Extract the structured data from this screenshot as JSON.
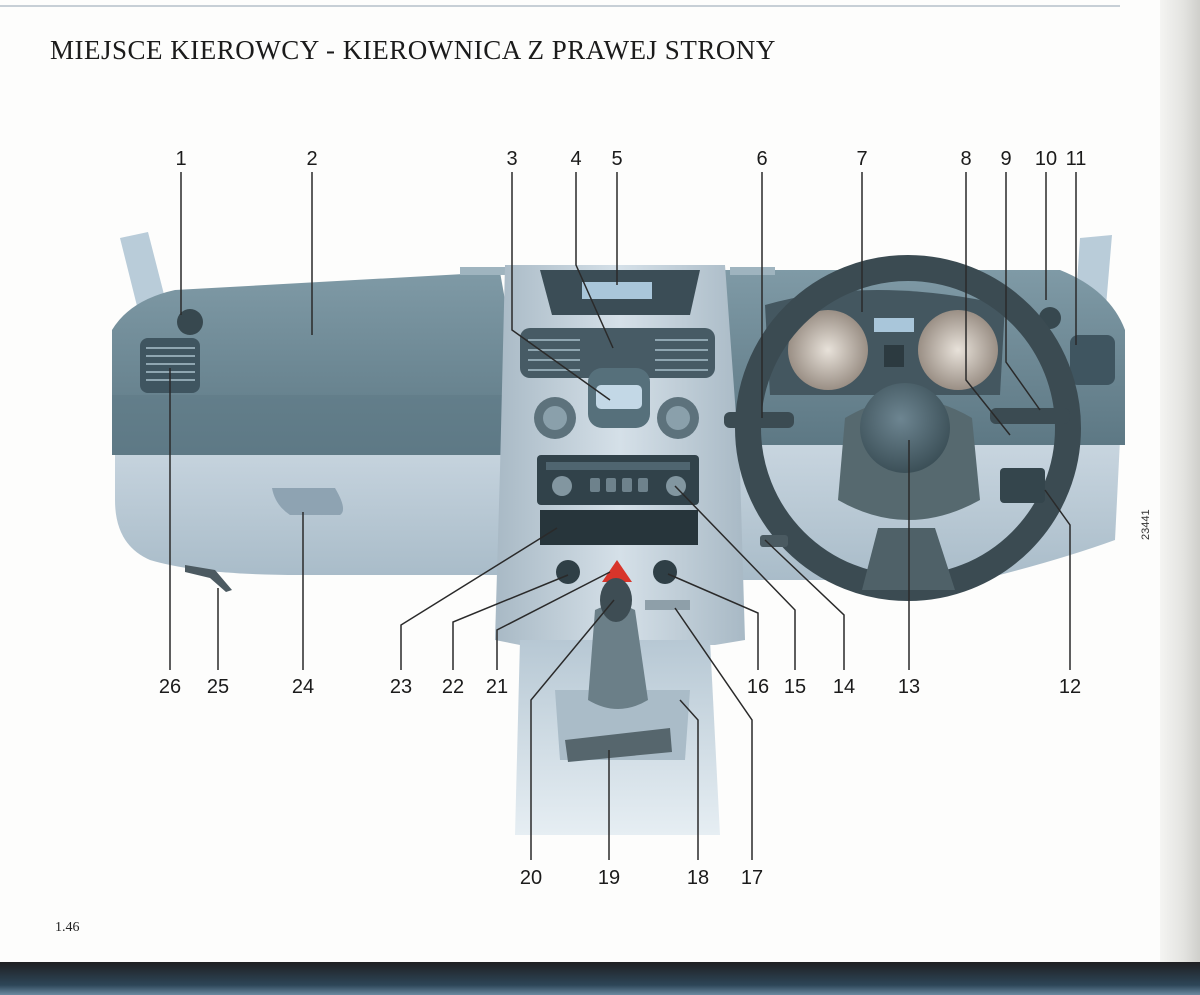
{
  "title": "MIEJSCE KIEROWCY - KIEROWNICA Z PRAWEJ STRONY",
  "page_number": "1.46",
  "reference_code": "23441",
  "callouts_top": [
    "1",
    "2",
    "3",
    "4",
    "5",
    "6",
    "7",
    "8",
    "9",
    "10",
    "11"
  ],
  "callouts_bottom": [
    "26",
    "25",
    "24",
    "23",
    "22",
    "21",
    "16",
    "15",
    "14",
    "13",
    "12"
  ],
  "callouts_lower": [
    "20",
    "19",
    "18",
    "17"
  ]
}
